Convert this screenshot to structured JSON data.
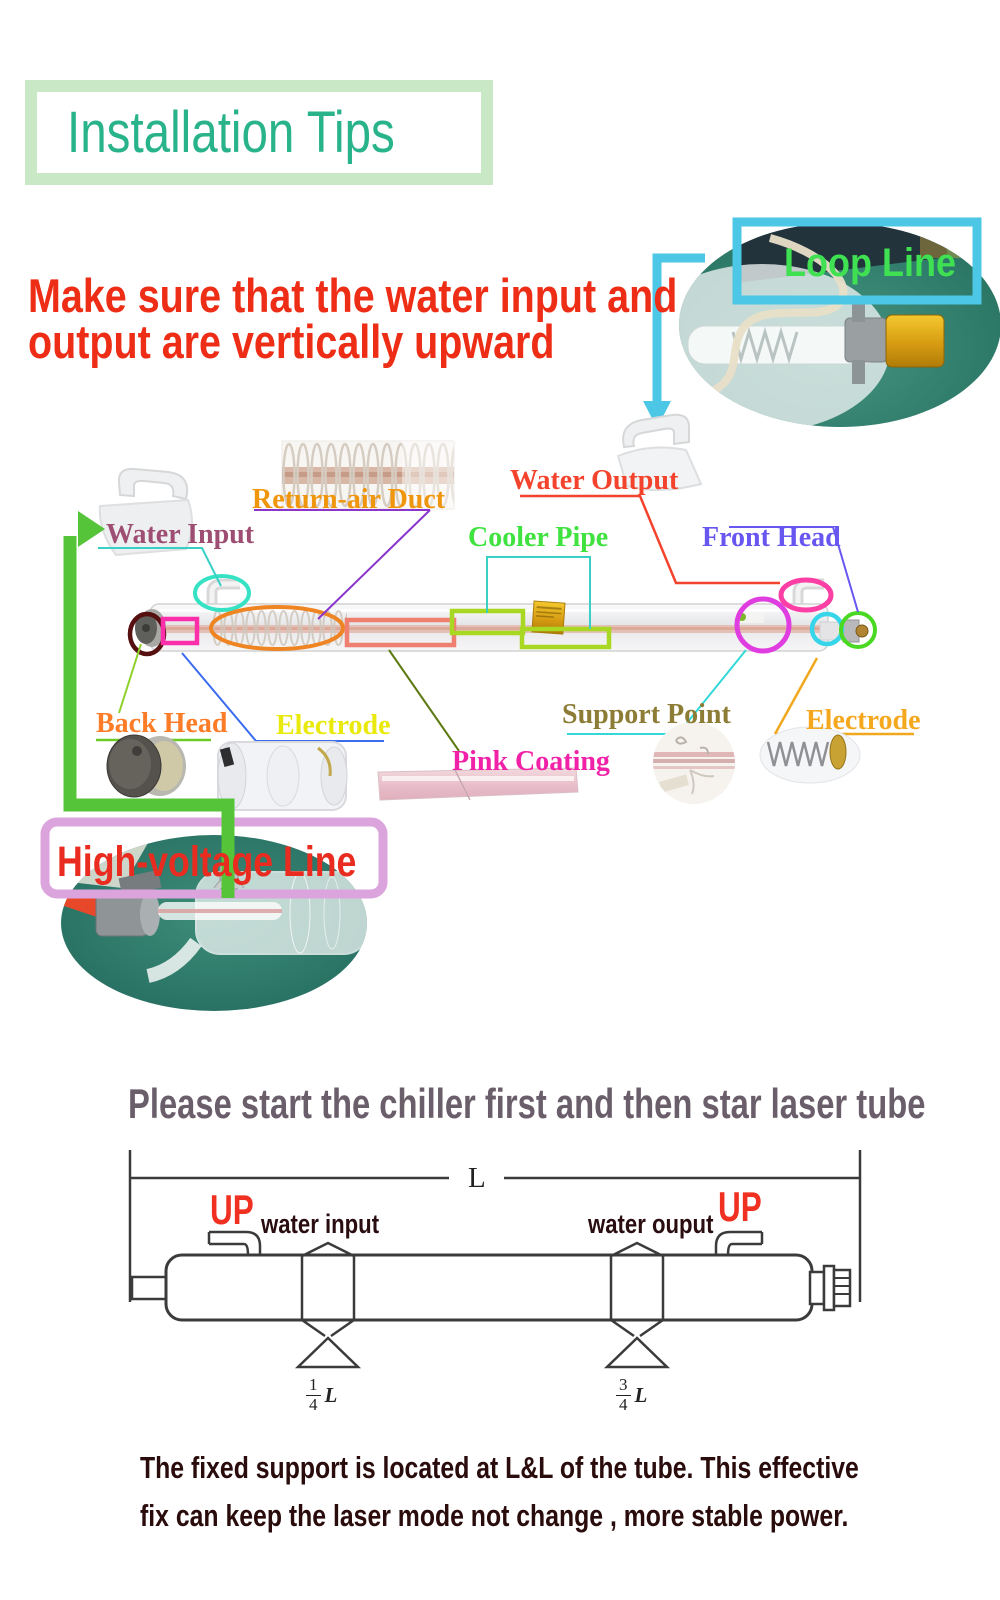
{
  "header": {
    "title": "Installation Tips"
  },
  "headline": {
    "line1": "Make sure that the water input and",
    "line2": "output are vertically upward"
  },
  "callouts": {
    "loop_line": "Loop Line",
    "water_input": "Water Input",
    "return_air_duct": "Return-air Duct",
    "water_output": "Water Output",
    "cooler_pipe": "Cooler Pipe",
    "front_head": "Front Head",
    "back_head": "Back Head",
    "electrode_left": "Electrode",
    "pink_coating": "Pink Coating",
    "support_point": "Support Point",
    "electrode_right": "Electrode",
    "high_voltage_line": "High-voltage Line"
  },
  "chiller_note": "Please start the chiller first and then star laser tube",
  "length_diagram": {
    "dimension_label": "L",
    "up_left": "UP",
    "up_right": "UP",
    "water_input_label": "water input",
    "water_output_label": "water ouput",
    "fraction_left": {
      "numerator": "1",
      "denominator": "4",
      "unit": "L"
    },
    "fraction_right": {
      "numerator": "3",
      "denominator": "4",
      "unit": "L"
    }
  },
  "footer": {
    "line1": "The fixed support is located at L&L of the tube. This effective",
    "line2": "fix can keep the laser mode not change , more stable power."
  },
  "colors": {
    "title_green": "#28b38b",
    "title_border": "#c9e9c6",
    "warning_red": "#ee2d16",
    "loop_line_green": "#3fe052",
    "loop_box_cyan": "#4cc7e5",
    "water_input_label": "#9e4e73",
    "return_air_duct_label": "#f0960c",
    "water_output_label": "#f4432c",
    "cooler_pipe_label": "#3fe23f",
    "front_head_label": "#6757f0",
    "back_head_label": "#fc7c28",
    "electrode_left_label": "#e9e90c",
    "pink_coating_label": "#f122a8",
    "support_point_label": "#8c7c35",
    "electrode_right_label": "#f5a81e",
    "high_voltage_red": "#e92b20",
    "high_voltage_box": "#dba4dd",
    "green_arrow": "#55c438",
    "note_gray": "#6b5e6b",
    "footer_maroon": "#2a0c0c",
    "up_red": "#f03020"
  }
}
